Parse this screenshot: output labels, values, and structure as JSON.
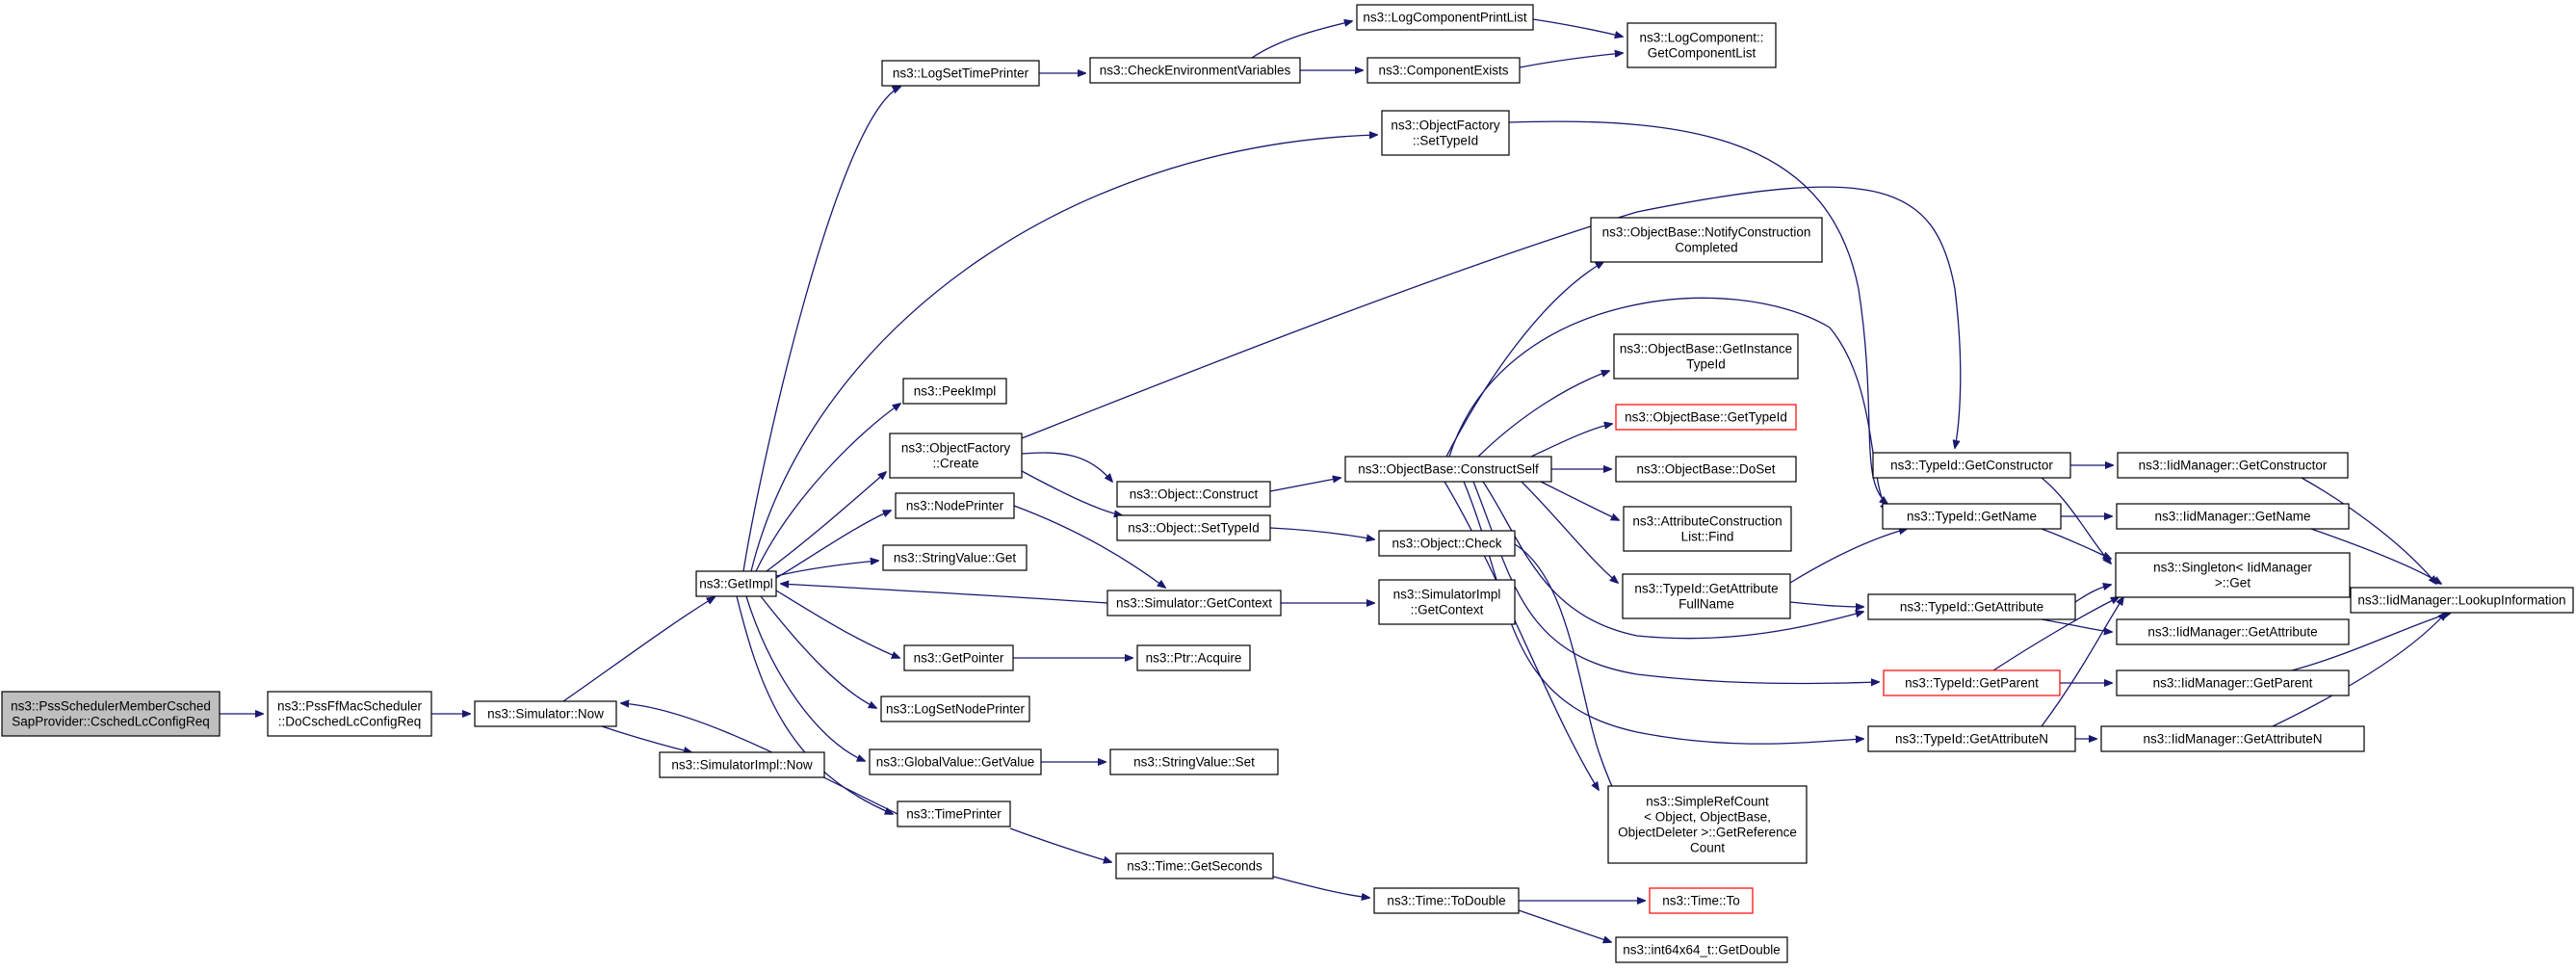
{
  "colors": {
    "edge": "#191970",
    "border": "#000000",
    "highlight_border": "#ff0000",
    "root_fill": "#bfbfbf",
    "background": "#ffffff"
  },
  "nodes": {
    "root": {
      "lines": [
        "ns3::PssSchedulerMemberCsched",
        "SapProvider::CschedLcConfigReq"
      ]
    },
    "n1": {
      "lines": [
        "ns3::PssFfMacScheduler",
        "::DoCschedLcConfigReq"
      ]
    },
    "n2": {
      "lines": [
        "ns3::Simulator::Now"
      ]
    },
    "n3": {
      "lines": [
        "ns3::GetImpl"
      ]
    },
    "n4": {
      "lines": [
        "ns3::SimulatorImpl::Now"
      ]
    },
    "n5": {
      "lines": [
        "ns3::LogSetTimePrinter"
      ]
    },
    "n6": {
      "lines": [
        "ns3::CheckEnvironmentVariables"
      ]
    },
    "n7": {
      "lines": [
        "ns3::LogComponentPrintList"
      ]
    },
    "n8": {
      "lines": [
        "ns3::LogComponent::",
        "GetComponentList"
      ]
    },
    "n9": {
      "lines": [
        "ns3::ComponentExists"
      ]
    },
    "n10": {
      "lines": [
        "ns3::ObjectFactory",
        "::SetTypeId"
      ]
    },
    "n11": {
      "lines": [
        "ns3::PeekImpl"
      ]
    },
    "n12": {
      "lines": [
        "ns3::ObjectFactory",
        "::Create"
      ]
    },
    "n13": {
      "lines": [
        "ns3::Object::Construct"
      ]
    },
    "n14": {
      "lines": [
        "ns3::ObjectBase::ConstructSelf"
      ]
    },
    "n15": {
      "lines": [
        "ns3::ObjectBase::NotifyConstruction",
        "Completed"
      ]
    },
    "n16": {
      "lines": [
        "ns3::ObjectBase::GetInstance",
        "TypeId"
      ]
    },
    "n17": {
      "lines": [
        "ns3::ObjectBase::GetTypeId"
      ]
    },
    "n18": {
      "lines": [
        "ns3::ObjectBase::DoSet"
      ]
    },
    "n19": {
      "lines": [
        "ns3::AttributeConstruction",
        "List::Find"
      ]
    },
    "n20": {
      "lines": [
        "ns3::TypeId::GetAttribute",
        "FullName"
      ]
    },
    "n21": {
      "lines": [
        "ns3::SimpleRefCount",
        "< Object, ObjectBase,",
        "ObjectDeleter >::GetReference",
        "Count"
      ]
    },
    "n22": {
      "lines": [
        "ns3::NodePrinter"
      ]
    },
    "n23": {
      "lines": [
        "ns3::Object::SetTypeId"
      ]
    },
    "n24": {
      "lines": [
        "ns3::Object::Check"
      ]
    },
    "n25": {
      "lines": [
        "ns3::StringValue::Get"
      ]
    },
    "n26": {
      "lines": [
        "ns3::Simulator::GetContext"
      ]
    },
    "n27": {
      "lines": [
        "ns3::SimulatorImpl",
        "::GetContext"
      ]
    },
    "n28": {
      "lines": [
        "ns3::GetPointer"
      ]
    },
    "n29": {
      "lines": [
        "ns3::Ptr::Acquire"
      ]
    },
    "n30": {
      "lines": [
        "ns3::LogSetNodePrinter"
      ]
    },
    "n31": {
      "lines": [
        "ns3::GlobalValue::GetValue"
      ]
    },
    "n32": {
      "lines": [
        "ns3::StringValue::Set"
      ]
    },
    "n33": {
      "lines": [
        "ns3::TimePrinter"
      ]
    },
    "n34": {
      "lines": [
        "ns3::Time::GetSeconds"
      ]
    },
    "n35": {
      "lines": [
        "ns3::Time::ToDouble"
      ]
    },
    "n36": {
      "lines": [
        "ns3::Time::To"
      ]
    },
    "n37": {
      "lines": [
        "ns3::int64x64_t::GetDouble"
      ]
    },
    "n38": {
      "lines": [
        "ns3::TypeId::GetConstructor"
      ]
    },
    "n39": {
      "lines": [
        "ns3::IidManager::GetConstructor"
      ]
    },
    "n40": {
      "lines": [
        "ns3::TypeId::GetName"
      ]
    },
    "n41": {
      "lines": [
        "ns3::IidManager::GetName"
      ]
    },
    "n42": {
      "lines": [
        "ns3::Singleton< IidManager",
        ">::Get"
      ]
    },
    "n43": {
      "lines": [
        "ns3::TypeId::GetAttribute"
      ]
    },
    "n44": {
      "lines": [
        "ns3::IidManager::GetAttribute"
      ]
    },
    "n45": {
      "lines": [
        "ns3::TypeId::GetParent"
      ]
    },
    "n46": {
      "lines": [
        "ns3::IidManager::GetParent"
      ]
    },
    "n47": {
      "lines": [
        "ns3::TypeId::GetAttributeN"
      ]
    },
    "n48": {
      "lines": [
        "ns3::IidManager::GetAttributeN"
      ]
    },
    "n49": {
      "lines": [
        "ns3::IidManager::LookupInformation"
      ]
    }
  }
}
